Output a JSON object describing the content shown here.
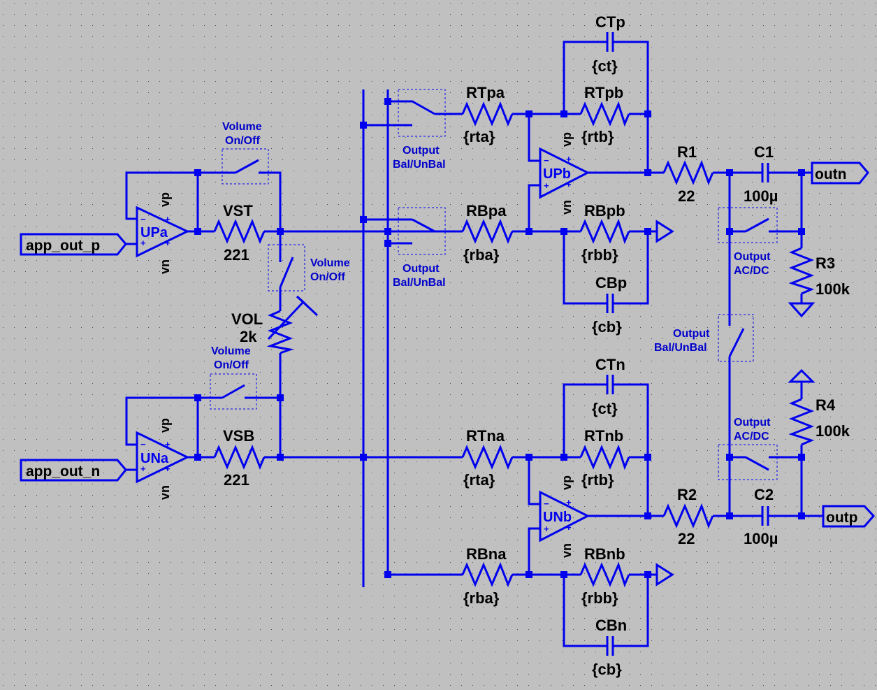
{
  "colors": {
    "background": "#c0c0c0",
    "wire": "#0000ee",
    "text": "#000000",
    "switch_text": "#0000cc"
  },
  "ports": {
    "app_out_p": "app_out_p",
    "app_out_n": "app_out_n",
    "outn": "outn",
    "outp": "outp"
  },
  "opamps": {
    "upa": {
      "name": "UPa",
      "vp": "vp",
      "vn": "vn"
    },
    "una": {
      "name": "UNa",
      "vp": "vp",
      "vn": "vn"
    },
    "upb": {
      "name": "UPb",
      "vp": "vp",
      "vn": "vn"
    },
    "unb": {
      "name": "UNb",
      "vp": "vp",
      "vn": "vn"
    }
  },
  "components": {
    "vst": {
      "name": "VST",
      "value": "221"
    },
    "vsb": {
      "name": "VSB",
      "value": "221"
    },
    "vol": {
      "name": "VOL",
      "value": "2k"
    },
    "rtpa": {
      "name": "RTpa",
      "value": "{rta}"
    },
    "rbpa": {
      "name": "RBpa",
      "value": "{rba}"
    },
    "rtpb": {
      "name": "RTpb",
      "value": "{rtb}"
    },
    "rbpb": {
      "name": "RBpb",
      "value": "{rbb}"
    },
    "ctp": {
      "name": "CTp",
      "value": "{ct}"
    },
    "cbp": {
      "name": "CBp",
      "value": "{cb}"
    },
    "rtna": {
      "name": "RTna",
      "value": "{rta}"
    },
    "rbna": {
      "name": "RBna",
      "value": "{rba}"
    },
    "rtnb": {
      "name": "RTnb",
      "value": "{rtb}"
    },
    "rbnb": {
      "name": "RBnb",
      "value": "{rbb}"
    },
    "ctn": {
      "name": "CTn",
      "value": "{ct}"
    },
    "cbn": {
      "name": "CBn",
      "value": "{cb}"
    },
    "r1": {
      "name": "R1",
      "value": "22"
    },
    "r2": {
      "name": "R2",
      "value": "22"
    },
    "c1": {
      "name": "C1",
      "value": "100µ"
    },
    "c2": {
      "name": "C2",
      "value": "100µ"
    },
    "r3": {
      "name": "R3",
      "value": "100k"
    },
    "r4": {
      "name": "R4",
      "value": "100k"
    }
  },
  "switches": {
    "vol_top": {
      "line1": "Volume",
      "line2": "On/Off"
    },
    "vol_mid": {
      "line1": "Volume",
      "line2": "On/Off"
    },
    "vol_bot": {
      "line1": "Volume",
      "line2": "On/Off"
    },
    "bal_top": {
      "line1": "Output",
      "line2": "Bal/UnBal"
    },
    "bal_mid": {
      "line1": "Output",
      "line2": "Bal/UnBal"
    },
    "bal_right": {
      "line1": "Output",
      "line2": "Bal/UnBal"
    },
    "acdc_top": {
      "line1": "Output",
      "line2": "AC/DC"
    },
    "acdc_bot": {
      "line1": "Output",
      "line2": "AC/DC"
    }
  }
}
